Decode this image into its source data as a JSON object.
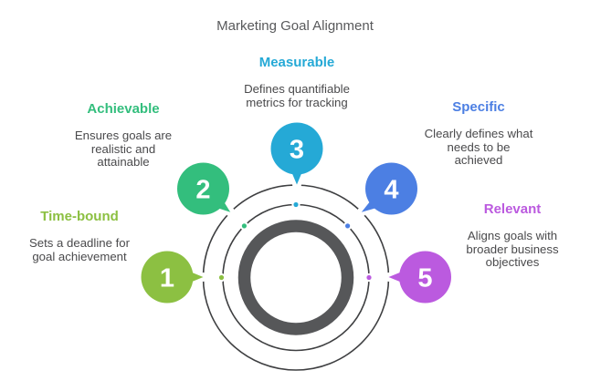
{
  "title": "Marketing Goal Alignment",
  "colors": {
    "background": "#FFFFFF",
    "title_text": "#58595B",
    "body_text": "#4A4A4C",
    "ring_stroke": "#3E3F41",
    "donut": "#565759",
    "gap_white": "#FFFFFF"
  },
  "items": [
    {
      "number": "1",
      "label": "Time-bound",
      "description": "Sets a deadline for\ngoal achievement",
      "color": "#8CC042"
    },
    {
      "number": "2",
      "label": "Achievable",
      "description": "Ensures goals are\nrealistic and\nattainable",
      "color": "#33BE7D"
    },
    {
      "number": "3",
      "label": "Measurable",
      "description": "Defines quantifiable\nmetrics for tracking",
      "color": "#25A9D6"
    },
    {
      "number": "4",
      "label": "Specific",
      "description": "Clearly defines what\nneeds to be\nachieved",
      "color": "#4C7FE3"
    },
    {
      "number": "5",
      "label": "Relevant",
      "description": "Aligns goals with\nbroader business\nobjectives",
      "color": "#BB5ADF"
    }
  ]
}
